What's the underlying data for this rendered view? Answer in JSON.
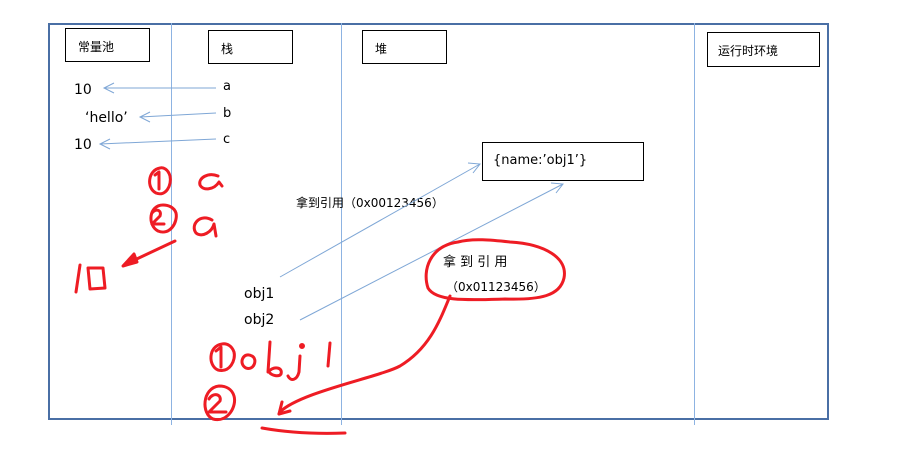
{
  "sections": {
    "constant_pool": "常量池",
    "stack": "栈",
    "heap": "堆",
    "runtime": "运行时环境"
  },
  "pool_values": [
    "10",
    "‘hello’",
    "10"
  ],
  "stack_vars": [
    "a",
    "b",
    "c",
    "obj1",
    "obj2"
  ],
  "heap_object": "{name:’obj1’}",
  "ref1": "拿到引用（0x00123456）",
  "ref2_title": "拿 到 引 用",
  "ref2_addr": "（0x01123456）",
  "colors": {
    "frame": "#4a6fa5",
    "divider": "#8db3e2",
    "arrow": "#7fa7d6",
    "annotation": "#ee1c24"
  }
}
